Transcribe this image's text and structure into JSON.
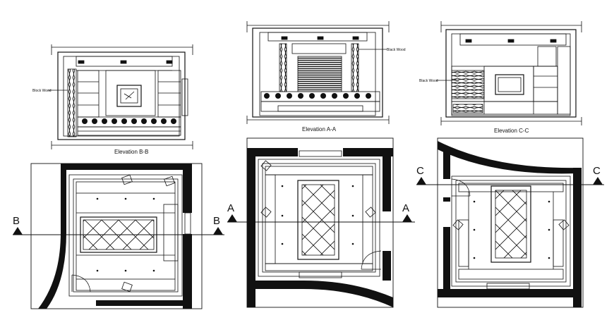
{
  "elevations": {
    "bb": {
      "caption": "Elevation B-B",
      "note": "Block Wood"
    },
    "aa": {
      "caption": "Elevation A-A",
      "note": "Black Wood"
    },
    "cc": {
      "caption": "Elevation C-C",
      "note": "Black Wood"
    }
  },
  "section_markers": {
    "b_left": "B",
    "b_right": "B",
    "a_left": "A",
    "a_right": "A",
    "c_left": "C",
    "c_right": "C"
  },
  "colors": {
    "line": "#111111",
    "background": "#ffffff"
  }
}
